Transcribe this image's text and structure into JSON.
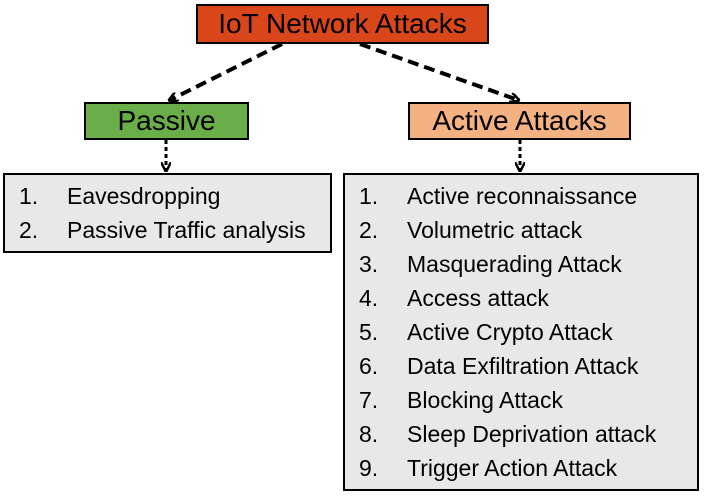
{
  "root": {
    "label": "IoT Network Attacks",
    "color": "#d9461a"
  },
  "passive": {
    "label": "Passive",
    "color": "#6aae4a",
    "items": [
      {
        "num": "1.",
        "text": "Eavesdropping"
      },
      {
        "num": "2.",
        "text": "Passive Traffic analysis"
      }
    ]
  },
  "active": {
    "label": "Active Attacks",
    "color": "#f4b283",
    "items": [
      {
        "num": "1.",
        "text": "Active reconnaissance"
      },
      {
        "num": "2.",
        "text": "Volumetric attack"
      },
      {
        "num": "3.",
        "text": "Masquerading Attack"
      },
      {
        "num": "4.",
        "text": "Access attack"
      },
      {
        "num": "5.",
        "text": "Active Crypto Attack"
      },
      {
        "num": "6.",
        "text": "Data Exfiltration Attack"
      },
      {
        "num": "7.",
        "text": "Blocking Attack"
      },
      {
        "num": "8.",
        "text": "Sleep Deprivation attack"
      },
      {
        "num": "9.",
        "text": "Trigger Action Attack"
      }
    ]
  },
  "list_background": "#e8e8e8"
}
